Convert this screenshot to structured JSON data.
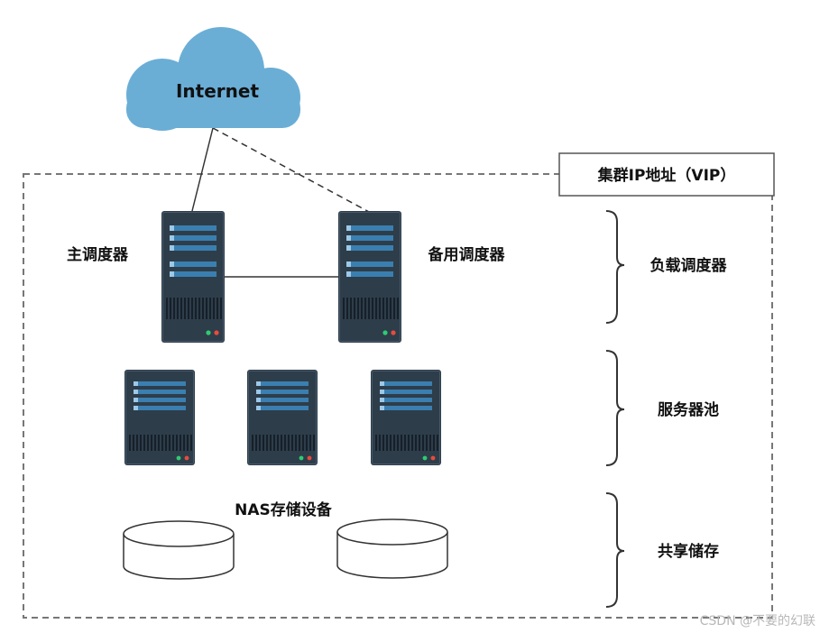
{
  "cloud": {
    "label": "Internet",
    "color": "#6aaed6"
  },
  "vip_box": {
    "label": "集群IP地址（VIP）"
  },
  "schedulers": {
    "primary": "主调度器",
    "backup": "备用调度器"
  },
  "storage": {
    "label": "NAS存储设备"
  },
  "brackets": [
    {
      "label": "负载调度器"
    },
    {
      "label": "服务器池"
    },
    {
      "label": "共享储存"
    }
  ],
  "colors": {
    "server_body": "#2e3d4a",
    "server_slot": "#3a7fb0",
    "led_green": "#2ecc71",
    "led_red": "#e74c3c",
    "dashed_border": "#777777"
  },
  "watermark": "CSDN @不要的幻联"
}
